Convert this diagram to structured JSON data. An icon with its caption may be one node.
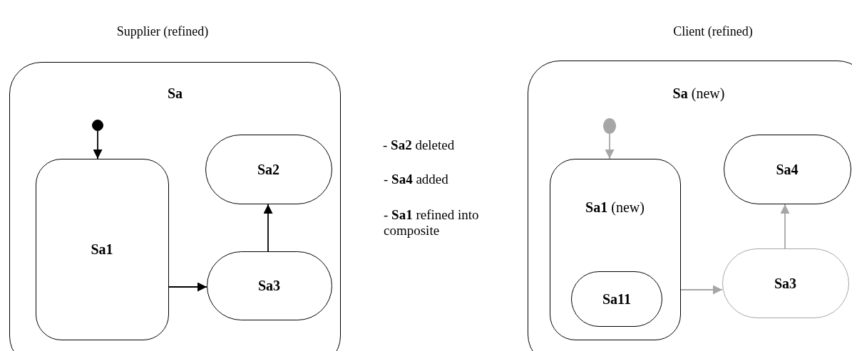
{
  "diagram": {
    "nodes": [
      {
        "text": [
          "Sa"
        ]
      },
      {
        "text": [],
        "shape": "circle",
        "in": 0
      },
      {
        "text": [
          "Sa1"
        ],
        "in": 0
      },
      {
        "text": [
          "Sa2"
        ],
        "in": 0
      },
      {
        "text": [
          "Sa3"
        ],
        "in": 0
      },
      {
        "text": [
          "**Sa** (new)"
        ]
      },
      {
        "text": [],
        "shape": "circle",
        "in": 5
      },
      {
        "text": [
          "**Sa1** (new)"
        ],
        "in": 5
      },
      {
        "text": [
          "Sa11"
        ],
        "in": 7
      },
      {
        "text": [
          "Sa4"
        ],
        "in": 5
      },
      {
        "text": [
          "Sa3"
        ],
        "in": 5
      }
    ],
    "edges": [
      {
        "from": 1,
        "to": 2,
        "arrow": "to"
      },
      {
        "from": 4,
        "to": 3,
        "arrow": "to"
      },
      {
        "from": 2,
        "to": 4,
        "arrow": "to"
      },
      {
        "from": 6,
        "to": 7,
        "arrow": "to",
        "color": "#a6a6a6"
      },
      {
        "from": 10,
        "to": 9,
        "arrow": "to",
        "color": "#a6a6a6"
      },
      {
        "from": 7,
        "to": 10,
        "arrow": "to",
        "color": "#a6a6a6"
      }
    ],
    "labels": [
      "Supplier (refined)",
      "Client (refined)",
      "- **Sa2** deleted",
      "- **Sa4** added",
      "- **Sa1** refined into composite"
    ]
  }
}
